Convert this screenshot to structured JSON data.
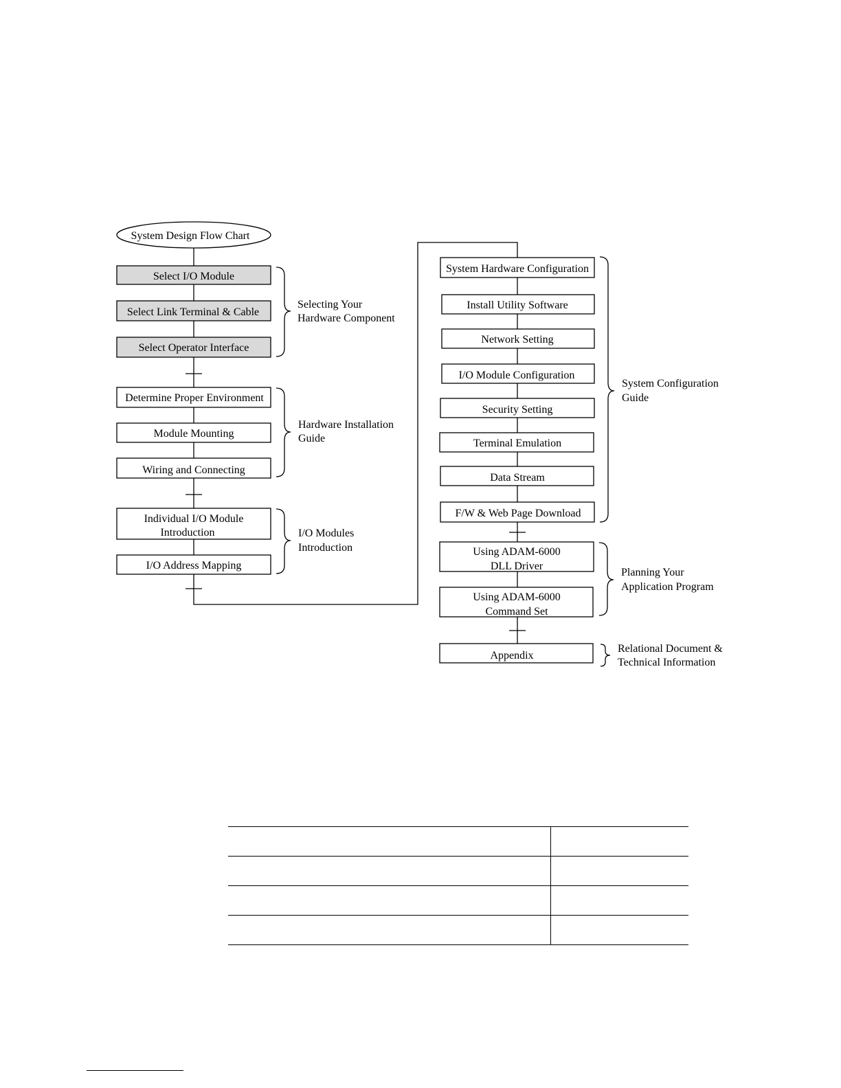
{
  "flowchart": {
    "start": "System Design Flow Chart",
    "left_steps": {
      "select_io_module": "Select I/O Module",
      "select_link_terminal": "Select Link Terminal & Cable",
      "select_operator_interface": "Select Operator Interface",
      "determine_environment": "Determine Proper Environment",
      "module_mounting": "Module Mounting",
      "wiring_connecting": "Wiring and Connecting",
      "individual_io_module_line1": "Individual I/O Module",
      "individual_io_module_line2": "Introduction",
      "io_address_mapping": "I/O Address Mapping"
    },
    "right_steps": {
      "system_hardware_config": "System Hardware Configuration",
      "install_utility": "Install Utility Software",
      "network_setting": "Network Setting",
      "io_module_config": "I/O Module Configuration",
      "security_setting": "Security Setting",
      "terminal_emulation": "Terminal Emulation",
      "data_stream": "Data Stream",
      "fw_web_download": "F/W & Web Page Download",
      "dll_driver_line1": "Using ADAM-6000",
      "dll_driver_line2": "DLL Driver",
      "command_set_line1": "Using ADAM-6000",
      "command_set_line2": "Command Set",
      "appendix": "Appendix"
    },
    "groups": {
      "hardware_component_line1": "Selecting Your",
      "hardware_component_line2": "Hardware Component",
      "hardware_installation_line1": "Hardware Installation",
      "hardware_installation_line2": "Guide",
      "io_modules_line1": "I/O Modules",
      "io_modules_line2": "Introduction",
      "system_config_line1": "System Configuration",
      "system_config_line2": "Guide",
      "planning_line1": "Planning Your",
      "planning_line2": "Application Program",
      "relational_line1": "Relational Document &",
      "relational_line2": "Technical Information"
    },
    "colors": {
      "shaded_box": "#d9d9d9",
      "plain_box": "#ffffff"
    }
  },
  "table": {
    "rows": 4,
    "columns": 2
  }
}
